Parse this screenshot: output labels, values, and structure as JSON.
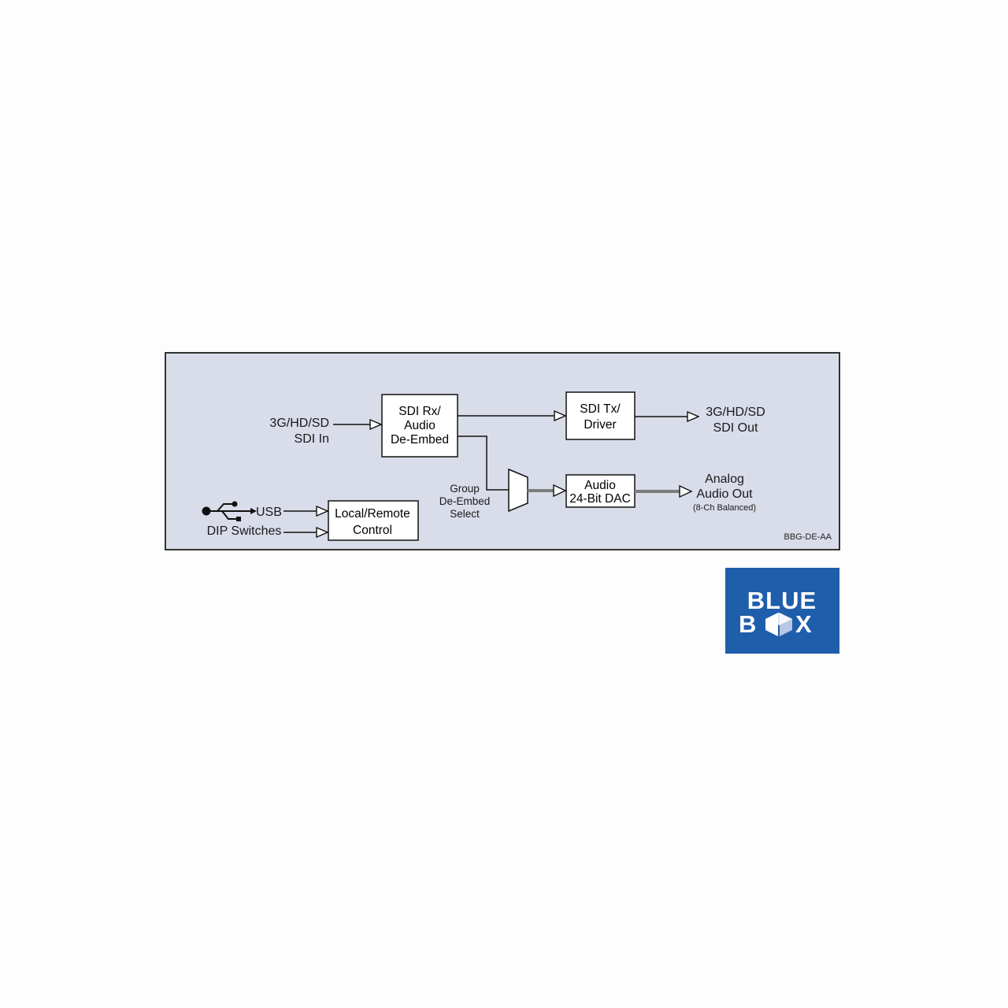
{
  "diagram": {
    "model_id": "BBG-DE-AA",
    "inputs": {
      "sdi_in": [
        "3G/HD/SD",
        "SDI In"
      ],
      "usb": "USB",
      "dip_switches": "DIP Switches"
    },
    "blocks": {
      "sdi_rx": [
        "SDI Rx/",
        "Audio",
        "De-Embed"
      ],
      "sdi_tx": [
        "SDI Tx/",
        "Driver"
      ],
      "dac": [
        "Audio",
        "24-Bit DAC"
      ],
      "control": [
        "Local/Remote",
        "Control"
      ]
    },
    "group_select": [
      "Group",
      "De-Embed",
      "Select"
    ],
    "outputs": {
      "sdi_out": [
        "3G/HD/SD",
        "SDI Out"
      ],
      "analog_out": [
        "Analog",
        "Audio Out",
        "(8-Ch Balanced)"
      ]
    },
    "colors": {
      "panel_bg": "#d9dce9",
      "panel_border": "#333333",
      "bus_gray": "#7d7d7d",
      "logo_blue": "#1f5eab"
    }
  },
  "logo": {
    "line1": "BLUE",
    "line2_left": "B",
    "line2_right": "X",
    "icon": "cube-icon"
  }
}
